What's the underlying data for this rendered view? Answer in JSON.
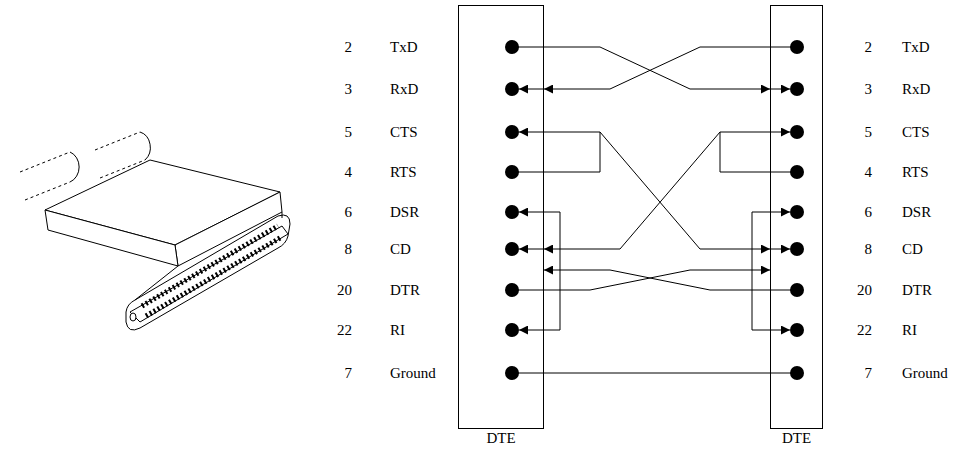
{
  "diagram": {
    "nodes": [
      {
        "text": [
          "DTE"
        ]
      },
      {
        "text": [
          "DTE"
        ]
      }
    ],
    "edges": [
      {
        "from": 0,
        "to": 1,
        "arrow": "to"
      },
      {
        "from": 1,
        "to": 0,
        "arrow": "to"
      },
      {
        "from": 0,
        "to": 1,
        "arrow": "to"
      },
      {
        "from": 1,
        "to": 0,
        "arrow": "to"
      },
      {
        "from": 0,
        "to": 1,
        "arrow": "to"
      },
      {
        "from": 1,
        "to": 0,
        "arrow": "to"
      },
      {
        "from": 0,
        "to": 1,
        "arrow": "none"
      }
    ],
    "labels": [
      "2",
      "TxD",
      "3",
      "RxD",
      "5",
      "CTS",
      "4",
      "RTS",
      "6",
      "DSR",
      "8",
      "CD",
      "20",
      "DTR",
      "22",
      "RI",
      "7",
      "Ground",
      "2",
      "TxD",
      "3",
      "RxD",
      "5",
      "CTS",
      "4",
      "RTS",
      "6",
      "DSR",
      "8",
      "CD",
      "20",
      "DTR",
      "22",
      "RI",
      "7",
      "Ground"
    ]
  }
}
